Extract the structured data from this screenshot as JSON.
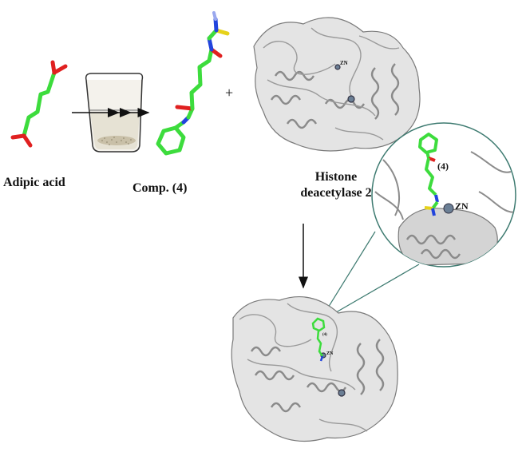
{
  "labels": {
    "adipic_acid": "Adipic acid",
    "compound": "Comp. (4)",
    "histone": "Histone deacetylase 2",
    "plus": "+"
  },
  "annotations": {
    "zn_top": "ZN",
    "zn_zoom": "ZN",
    "compound_zoom": "(4)",
    "zn_bottom": "ZN",
    "compound_bottom": "(4)"
  },
  "colors": {
    "carbon": "#3ddc3d",
    "oxygen": "#e02020",
    "nitrogen": "#2244dd",
    "sulfur": "#e6d21a",
    "protein": "#c8c8c8",
    "protein_edge": "#7a7a7a",
    "zinc": "#6b7f95",
    "zoom_circle": "#3d7a70",
    "arrow": "#111111"
  },
  "icons": [
    "beaker-icon",
    "double-arrow-icon",
    "down-arrow-icon",
    "zoom-callout-icon"
  ]
}
